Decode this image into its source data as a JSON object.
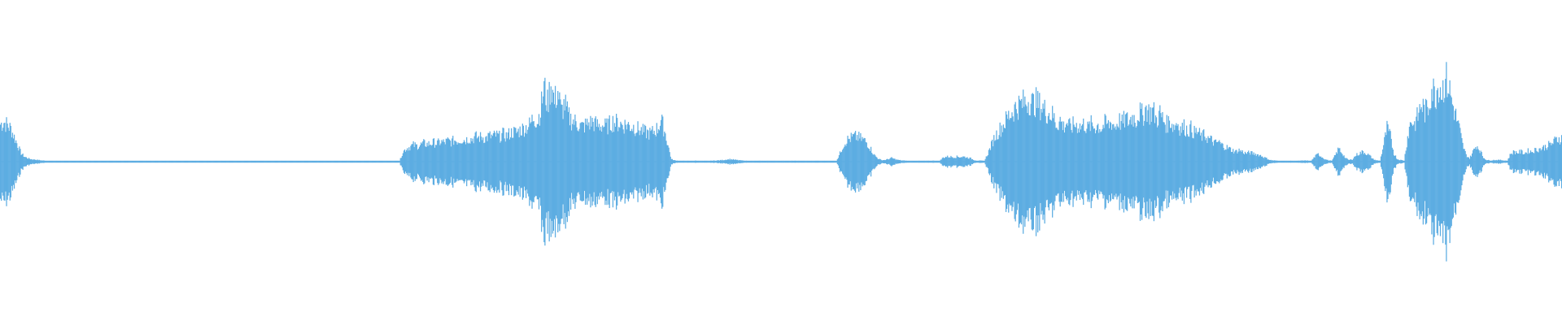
{
  "waveform": {
    "color": "#5dade2",
    "background": "#ffffff",
    "samples": [
      0.45,
      0.48,
      0.44,
      0.4,
      0.3,
      0.2,
      0.1,
      0.06,
      0.04,
      0.03,
      0.025,
      0.02,
      0.015,
      0.012,
      0.01,
      0.008,
      0.006,
      0.006,
      0.006,
      0.006,
      0.006,
      0.006,
      0.006,
      0.006,
      0.006,
      0.006,
      0.006,
      0.006,
      0.006,
      0.006,
      0.006,
      0.006,
      0.006,
      0.006,
      0.006,
      0.006,
      0.006,
      0.006,
      0.006,
      0.006,
      0.006,
      0.006,
      0.006,
      0.006,
      0.006,
      0.006,
      0.006,
      0.006,
      0.006,
      0.006,
      0.006,
      0.006,
      0.006,
      0.006,
      0.006,
      0.006,
      0.006,
      0.006,
      0.006,
      0.006,
      0.006,
      0.006,
      0.006,
      0.006,
      0.006,
      0.006,
      0.006,
      0.006,
      0.006,
      0.006,
      0.006,
      0.006,
      0.006,
      0.006,
      0.006,
      0.006,
      0.006,
      0.006,
      0.006,
      0.006,
      0.006,
      0.006,
      0.006,
      0.006,
      0.006,
      0.006,
      0.006,
      0.006,
      0.006,
      0.006,
      0.006,
      0.006,
      0.006,
      0.006,
      0.006,
      0.006,
      0.006,
      0.006,
      0.006,
      0.006,
      0.006,
      0.006,
      0.006,
      0.006,
      0.006,
      0.006,
      0.006,
      0.006,
      0.006,
      0.006,
      0.006,
      0.006,
      0.006,
      0.006,
      0.006,
      0.006,
      0.006,
      0.12,
      0.16,
      0.18,
      0.2,
      0.19,
      0.2,
      0.22,
      0.21,
      0.22,
      0.23,
      0.22,
      0.24,
      0.23,
      0.25,
      0.24,
      0.26,
      0.25,
      0.27,
      0.26,
      0.28,
      0.27,
      0.3,
      0.29,
      0.3,
      0.28,
      0.31,
      0.3,
      0.32,
      0.3,
      0.33,
      0.31,
      0.34,
      0.36,
      0.35,
      0.38,
      0.4,
      0.42,
      0.45,
      0.55,
      0.48,
      0.62,
      0.9,
      0.7,
      0.95,
      0.72,
      0.85,
      0.6,
      0.7,
      0.55,
      0.5,
      0.48,
      0.45,
      0.42,
      0.44,
      0.46,
      0.48,
      0.45,
      0.43,
      0.44,
      0.42,
      0.45,
      0.48,
      0.47,
      0.46,
      0.44,
      0.45,
      0.43,
      0.42,
      0.4,
      0.38,
      0.36,
      0.35,
      0.34,
      0.37,
      0.4,
      0.5,
      0.38,
      0.2,
      0.03,
      0.015,
      0.012,
      0.01,
      0.01,
      0.01,
      0.01,
      0.012,
      0.01,
      0.01,
      0.01,
      0.01,
      0.012,
      0.014,
      0.016,
      0.02,
      0.025,
      0.03,
      0.025,
      0.02,
      0.016,
      0.012,
      0.01,
      0.01,
      0.01,
      0.01,
      0.01,
      0.01,
      0.01,
      0.01,
      0.01,
      0.01,
      0.01,
      0.01,
      0.01,
      0.01,
      0.01,
      0.01,
      0.01,
      0.01,
      0.01,
      0.01,
      0.01,
      0.01,
      0.01,
      0.01,
      0.01,
      0.01,
      0.01,
      0.1,
      0.2,
      0.26,
      0.28,
      0.3,
      0.3,
      0.28,
      0.26,
      0.22,
      0.15,
      0.08,
      0.04,
      0.02,
      0.02,
      0.03,
      0.045,
      0.03,
      0.02,
      0.015,
      0.012,
      0.01,
      0.01,
      0.01,
      0.01,
      0.01,
      0.01,
      0.01,
      0.012,
      0.01,
      0.01,
      0.05,
      0.06,
      0.06,
      0.055,
      0.06,
      0.058,
      0.06,
      0.05,
      0.04,
      0.02,
      0.012,
      0.012,
      0.01,
      0.1,
      0.2,
      0.3,
      0.36,
      0.42,
      0.48,
      0.55,
      0.6,
      0.65,
      0.68,
      0.7,
      0.72,
      0.75,
      0.7,
      0.72,
      0.68,
      0.65,
      0.6,
      0.58,
      0.55,
      0.45,
      0.5,
      0.42,
      0.48,
      0.4,
      0.45,
      0.44,
      0.42,
      0.46,
      0.4,
      0.45,
      0.42,
      0.44,
      0.4,
      0.46,
      0.44,
      0.48,
      0.42,
      0.5,
      0.46,
      0.52,
      0.48,
      0.55,
      0.5,
      0.6,
      0.55,
      0.65,
      0.58,
      0.62,
      0.5,
      0.58,
      0.5,
      0.45,
      0.5,
      0.42,
      0.48,
      0.4,
      0.42,
      0.38,
      0.4,
      0.35,
      0.36,
      0.3,
      0.32,
      0.28,
      0.26,
      0.22,
      0.24,
      0.2,
      0.18,
      0.16,
      0.14,
      0.12,
      0.14,
      0.12,
      0.1,
      0.11,
      0.1,
      0.09,
      0.08,
      0.06,
      0.04,
      0.02,
      0.015,
      0.012,
      0.01,
      0.01,
      0.01,
      0.01,
      0.01,
      0.01,
      0.012,
      0.014,
      0.012,
      0.01,
      0.06,
      0.09,
      0.06,
      0.03,
      0.015,
      0.012,
      0.08,
      0.16,
      0.1,
      0.04,
      0.02,
      0.03,
      0.08,
      0.1,
      0.12,
      0.1,
      0.07,
      0.03,
      0.015,
      0.012,
      0.2,
      0.4,
      0.3,
      0.1,
      0.03,
      0.02,
      0.012,
      0.3,
      0.5,
      0.45,
      0.55,
      0.7,
      0.6,
      0.65,
      0.9,
      0.8,
      0.95,
      0.85,
      1.0,
      0.9,
      0.7,
      0.55,
      0.4,
      0.2,
      0.08,
      0.04,
      0.12,
      0.2,
      0.14,
      0.05,
      0.02,
      0.015,
      0.02,
      0.02,
      0.02,
      0.015,
      0.012,
      0.1,
      0.12,
      0.11,
      0.12,
      0.1,
      0.13,
      0.12,
      0.14,
      0.15,
      0.16,
      0.18,
      0.2,
      0.22,
      0.26,
      0.28
    ]
  }
}
